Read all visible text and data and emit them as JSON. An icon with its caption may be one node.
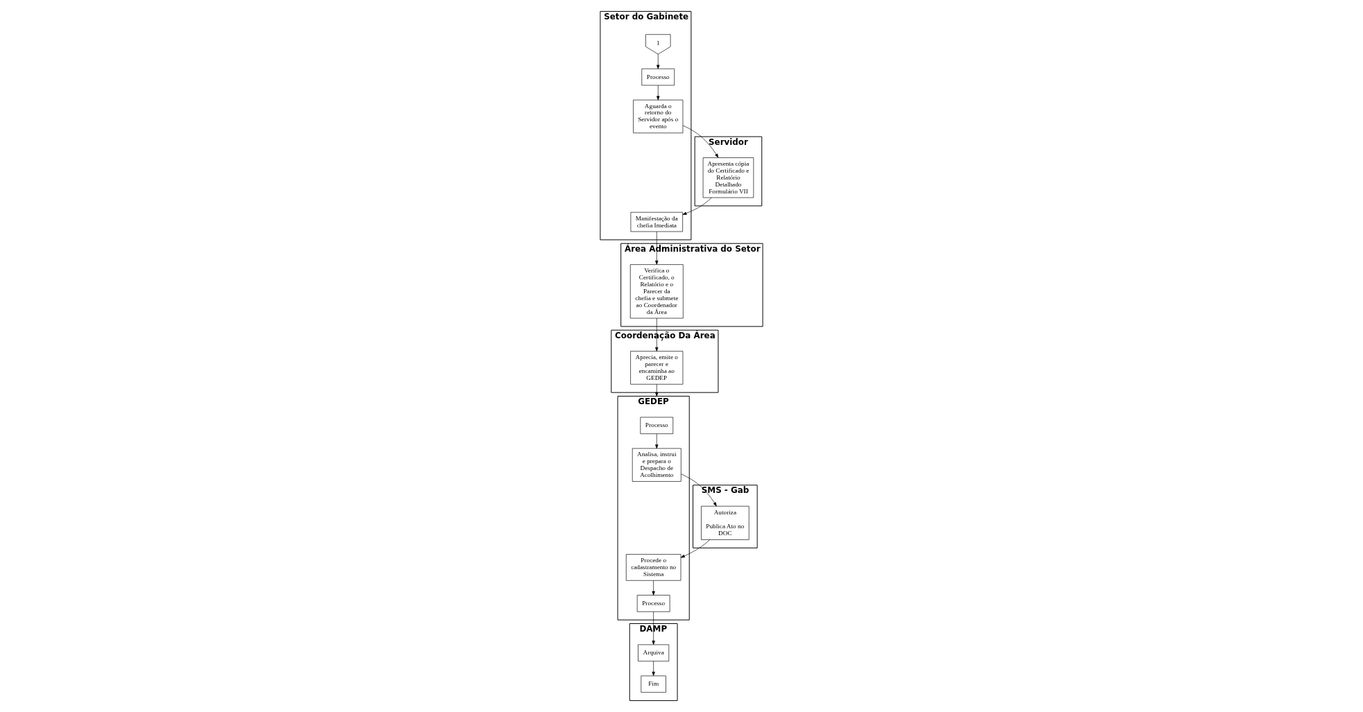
{
  "diagram": {
    "nodes": [
      {
        "text": [
          "Servidor"
        ]
      },
      {
        "text": [
          "Setor do Gabinete"
        ]
      },
      {
        "text": [
          "Área Administrativa do Setor"
        ]
      },
      {
        "text": [
          "Coordenação Da Área"
        ]
      },
      {
        "text": [
          "GEDEP"
        ]
      },
      {
        "text": [
          "SMS - Gab"
        ]
      },
      {
        "text": [
          "DAMP"
        ]
      },
      {
        "text": [
          "1"
        ],
        "in": 1
      },
      {
        "text": [
          "Processo"
        ],
        "in": 1
      },
      {
        "text": [
          "Aguarda o retorno do Servidor após o evento"
        ],
        "in": 1
      },
      {
        "text": [
          "Apresenta cópia do Certificado e Relatório Detalhado Formulário VII"
        ],
        "in": 0
      },
      {
        "text": [
          "Manifestação da chefia Imediata"
        ],
        "in": 1
      },
      {
        "text": [
          "Verifica o Certificado, o Relatório e o Parecer da chefia e submete ao Coordenador da Área"
        ],
        "in": 2
      },
      {
        "text": [
          "Aprecia, emite o parecer e encaminha ao GEDEP"
        ],
        "in": 3
      },
      {
        "text": [
          "Processo"
        ],
        "in": 4
      },
      {
        "text": [
          "Analisa, instrui e prepara o Despacho de Acolhimento"
        ],
        "in": 4
      },
      {
        "text": [
          "Autoriza",
          "Publica Ato no DOC"
        ],
        "in": 5
      },
      {
        "text": [
          "Procede o cadastramento no Sistema"
        ],
        "in": 4
      },
      {
        "text": [
          "Processo"
        ],
        "in": 4
      },
      {
        "text": [
          "Arquiva"
        ],
        "in": 6
      },
      {
        "text": [
          "Fim"
        ],
        "in": 6
      }
    ],
    "edges": [
      {
        "from": 7,
        "to": 8,
        "arrow": "to"
      },
      {
        "from": 8,
        "to": 9,
        "arrow": "to"
      },
      {
        "from": 9,
        "to": 10,
        "arrow": "to"
      },
      {
        "from": 10,
        "to": 11,
        "arrow": "to"
      },
      {
        "from": 11,
        "to": 12,
        "arrow": "to"
      },
      {
        "from": 12,
        "to": 13,
        "arrow": "to"
      },
      {
        "from": 13,
        "to": 4,
        "arrow": "to"
      },
      {
        "from": 14,
        "to": 15,
        "arrow": "to"
      },
      {
        "from": 15,
        "to": 16,
        "arrow": "to"
      },
      {
        "from": 16,
        "to": 17,
        "arrow": "to"
      },
      {
        "from": 17,
        "to": 18,
        "arrow": "to"
      },
      {
        "from": 18,
        "to": 19,
        "arrow": "to"
      },
      {
        "from": 19,
        "to": 20,
        "arrow": "to"
      }
    ]
  }
}
